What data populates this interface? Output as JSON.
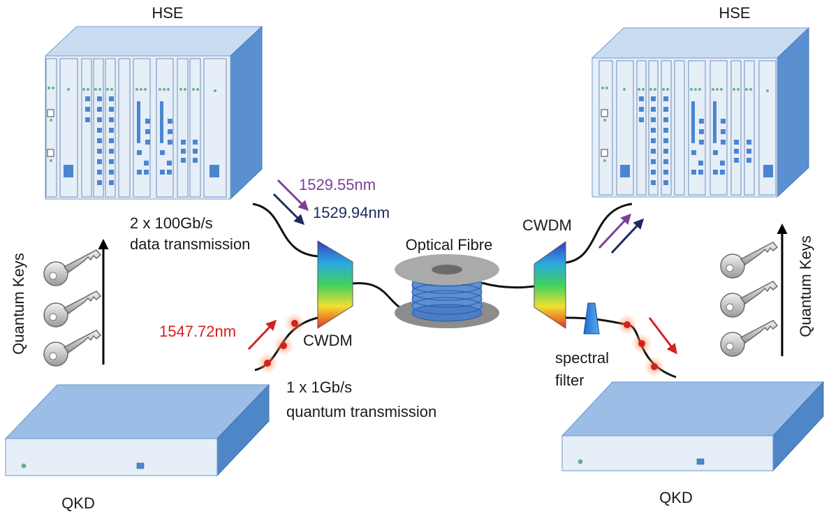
{
  "labels": {
    "hse_left": "HSE",
    "hse_right": "HSE",
    "qkd_left": "QKD",
    "qkd_right": "QKD",
    "quantum_keys_left": "Quantum  Keys",
    "quantum_keys_right": "Quantum  Keys",
    "data_tx_line1": "2 x 100Gb/s",
    "data_tx_line2": "data transmission",
    "quantum_tx_line1": "1 x 1Gb/s",
    "quantum_tx_line2": "quantum  transmission",
    "wavelength_purple": "1529.55nm",
    "wavelength_navy": "1529.94nm",
    "wavelength_red": "1547.72nm",
    "cwdm_left": "CWDM",
    "cwdm_right": "CWDM",
    "optical_fibre": "Optical Fibre",
    "spectral_filter_line1": "spectral",
    "spectral_filter_line2": "filter"
  },
  "colors": {
    "purple_channel": "#7b3f98",
    "navy_channel": "#1b2a5c",
    "red_channel": "#d42020",
    "equipment_fill": "#e6eef8",
    "equipment_side": "#5a8fd0"
  }
}
